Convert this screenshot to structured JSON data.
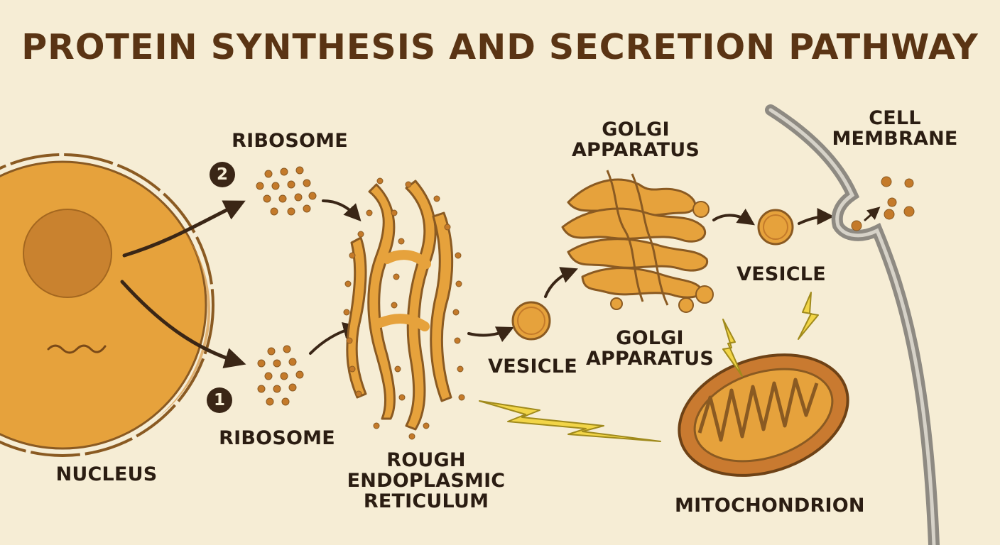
{
  "title": "PROTEIN SYNTHESIS AND SECRETION PATHWAY",
  "labels": {
    "nucleus": "NUCLEUS",
    "ribosome_top": "RIBOSOME",
    "ribosome_bottom": "RIBOSOME",
    "rough_er": [
      "ROUGH",
      "ENDOPLASMIC",
      "RETICULUM"
    ],
    "vesicle_left": "VESICLE",
    "golgi_top": [
      "GOLGI",
      "APPARATUS"
    ],
    "golgi_bottom": [
      "GOLGI",
      "APPARATUS"
    ],
    "vesicle_right": "VESICLE",
    "cell_membrane": [
      "CELL",
      "MEMBRANE"
    ],
    "mitochondrion": "MITOCHONDRION"
  },
  "steps": {
    "top": "2",
    "bottom": "1"
  },
  "colors": {
    "background": "#f6edd5",
    "title": "#5a3414",
    "organelle": "#e6a23c",
    "outline": "#8a5a22",
    "nucleolus": "#c9822f",
    "arrow": "#3a2616",
    "lightning": "#f2d548",
    "membrane": "#8e8a82",
    "mitochondrion": "#c97a30"
  }
}
